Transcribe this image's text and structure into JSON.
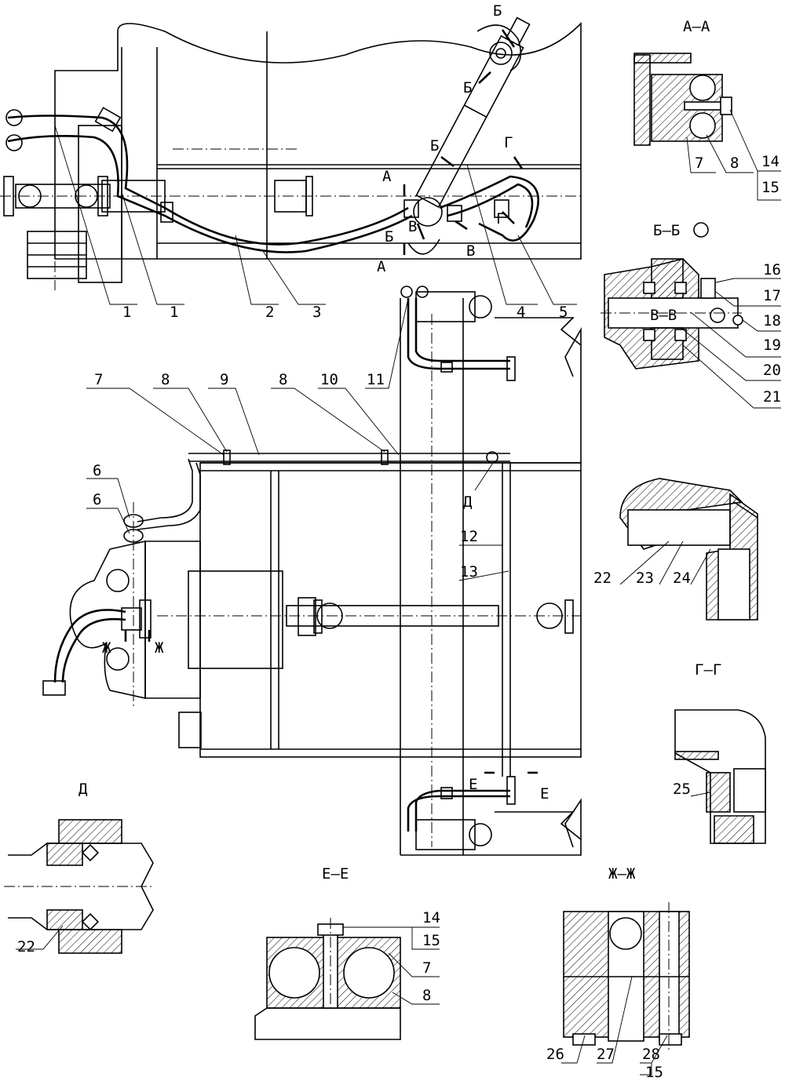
{
  "sections": {
    "aa": "А–А",
    "bb": "Б–Б",
    "vv": "В–В",
    "gg": "Г–Г",
    "d": "Д",
    "ee": "Е–Е",
    "zhzh": "Ж–Ж"
  },
  "cut_marks": {
    "a": "А",
    "b": "Б",
    "v": "В",
    "g": "Г",
    "d": "Д",
    "e": "Е",
    "zh": "Ж"
  },
  "callouts": {
    "p1": "1",
    "p2": "2",
    "p3": "3",
    "p4": "4",
    "p5": "5",
    "p6": "6",
    "p7": "7",
    "p8": "8",
    "p9": "9",
    "p10": "10",
    "p11": "11",
    "p12": "12",
    "p13": "13",
    "p14": "14",
    "p15": "15",
    "p16": "16",
    "p17": "17",
    "p18": "18",
    "p19": "19",
    "p20": "20",
    "p21": "21",
    "p22": "22",
    "p23": "23",
    "p24": "24",
    "p25": "25",
    "p26": "26",
    "p27": "27",
    "p28": "28"
  }
}
